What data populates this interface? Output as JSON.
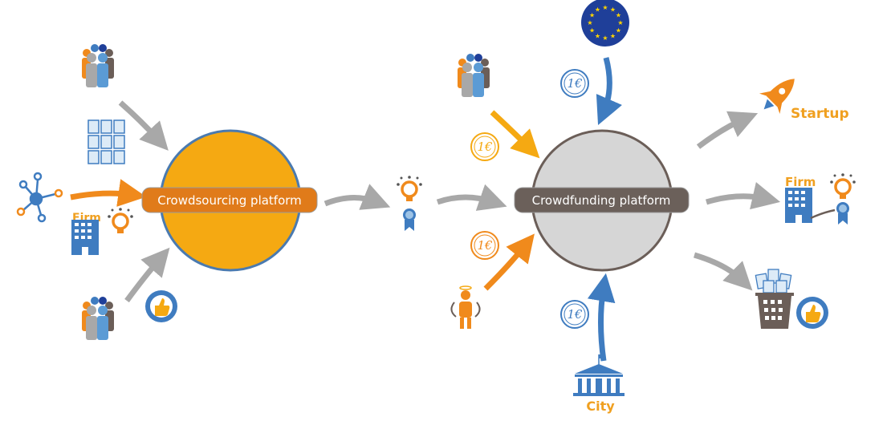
{
  "crowdsourcing": {
    "label": "Crowdsourcing platform",
    "fill": "#F5A912",
    "stroke": "#4A7AB0",
    "pill": "#E07B1A"
  },
  "crowdfunding": {
    "label": "Crowdfunding platform",
    "fill": "#D6D6D6",
    "stroke": "#6B5E58",
    "pill": "#6B605A"
  },
  "labels": {
    "firm_left": "Firm",
    "firm_right": "Firm",
    "startup": "Startup",
    "city": "City"
  },
  "coin": {
    "text": "1€"
  },
  "colors": {
    "orange": "#F08A1C",
    "yellow": "#F5A912",
    "blue": "#3F7CC0",
    "gray": "#A8A8A8",
    "brown": "#6B5E58",
    "eu_blue": "#1F3F99",
    "eu_star": "#FFD500"
  }
}
